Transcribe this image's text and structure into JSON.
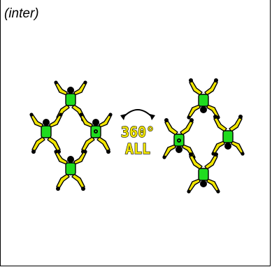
{
  "caption": "(inter)",
  "center_label": {
    "line1": "360°",
    "line2": "ALL"
  },
  "colors": {
    "body": "#f2e600",
    "torso": "#1fdc1f",
    "head": "#000000",
    "outline": "#000000",
    "label": "#f2e600"
  },
  "formations": [
    {
      "name": "left-diamond"
    },
    {
      "name": "right-diamond"
    }
  ]
}
